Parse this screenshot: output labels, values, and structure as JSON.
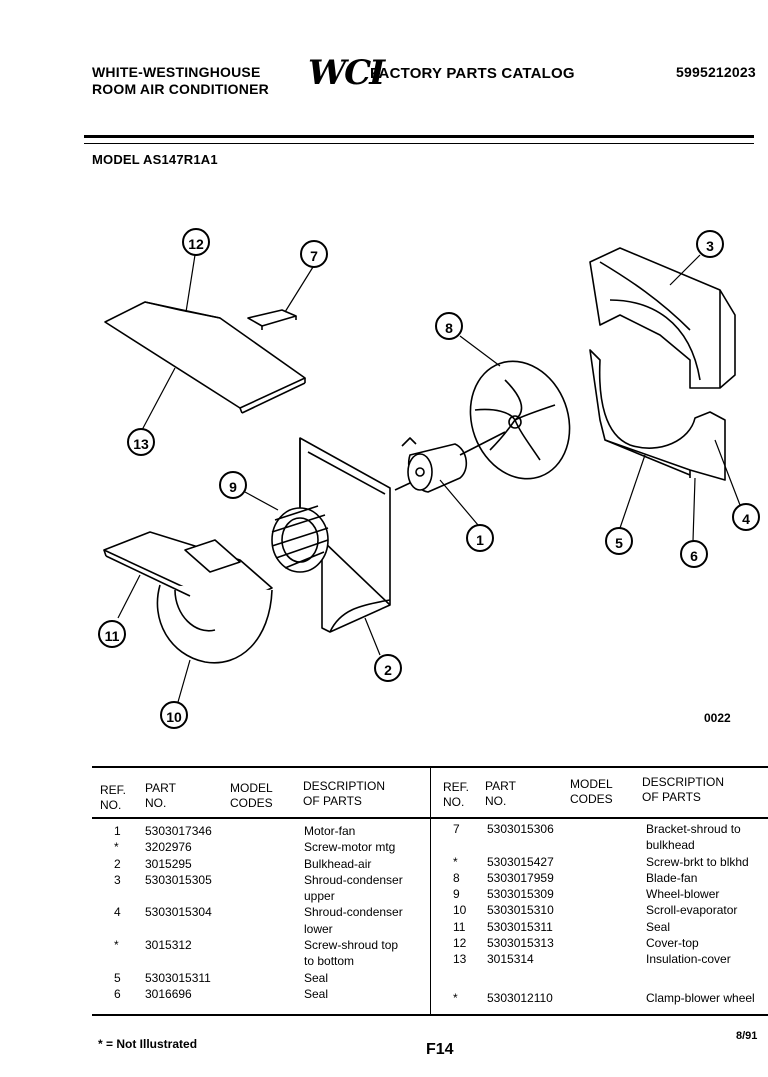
{
  "header": {
    "brand_line1": "WHITE-WESTINGHOUSE",
    "brand_line2": "ROOM AIR CONDITIONER",
    "logo": "WCI",
    "catalog_title": "FACTORY PARTS CATALOG",
    "catalog_number": "5995212023",
    "model": "MODEL AS147R1A1"
  },
  "diagram": {
    "callouts": [
      "1",
      "2",
      "3",
      "4",
      "5",
      "6",
      "7",
      "8",
      "9",
      "10",
      "11",
      "12",
      "13"
    ],
    "code": "0022"
  },
  "table": {
    "headers": {
      "ref": [
        "REF.",
        "NO."
      ],
      "part": [
        "PART",
        "NO."
      ],
      "model": [
        "MODEL",
        "CODES"
      ],
      "desc": [
        "DESCRIPTION",
        "OF PARTS"
      ]
    },
    "left_rows": [
      {
        "ref": "1",
        "part": "5303017346",
        "desc": "Motor-fan"
      },
      {
        "ref": "*",
        "part": "3202976",
        "desc": "Screw-motor mtg"
      },
      {
        "ref": "2",
        "part": "3015295",
        "desc": "Bulkhead-air"
      },
      {
        "ref": "3",
        "part": "5303015305",
        "desc": "Shroud-condenser"
      },
      {
        "ref": "",
        "part": "",
        "desc": "upper"
      },
      {
        "ref": "4",
        "part": "5303015304",
        "desc": "Shroud-condenser"
      },
      {
        "ref": "",
        "part": "",
        "desc": "lower"
      },
      {
        "ref": "*",
        "part": "3015312",
        "desc": "Screw-shroud top"
      },
      {
        "ref": "",
        "part": "",
        "desc": "to bottom"
      },
      {
        "ref": "5",
        "part": "5303015311",
        "desc": "Seal"
      },
      {
        "ref": "6",
        "part": "3016696",
        "desc": "Seal"
      }
    ],
    "right_rows": [
      {
        "ref": "7",
        "part": "5303015306",
        "desc": "Bracket-shroud to"
      },
      {
        "ref": "",
        "part": "",
        "desc": "bulkhead"
      },
      {
        "ref": "*",
        "part": "5303015427",
        "desc": "Screw-brkt to blkhd"
      },
      {
        "ref": "8",
        "part": "5303017959",
        "desc": "Blade-fan"
      },
      {
        "ref": "9",
        "part": "5303015309",
        "desc": "Wheel-blower"
      },
      {
        "ref": "10",
        "part": "5303015310",
        "desc": "Scroll-evaporator"
      },
      {
        "ref": "11",
        "part": "5303015311",
        "desc": "Seal"
      },
      {
        "ref": "12",
        "part": "5303015313",
        "desc": "Cover-top"
      },
      {
        "ref": "13",
        "part": "3015314",
        "desc": "Insulation-cover"
      },
      {
        "ref": "",
        "part": "",
        "desc": ""
      },
      {
        "ref": "*",
        "part": "5303012110",
        "desc": "Clamp-blower wheel"
      }
    ]
  },
  "footer": {
    "note": "* = Not Illustrated",
    "page": "F14",
    "date": "8/91"
  }
}
